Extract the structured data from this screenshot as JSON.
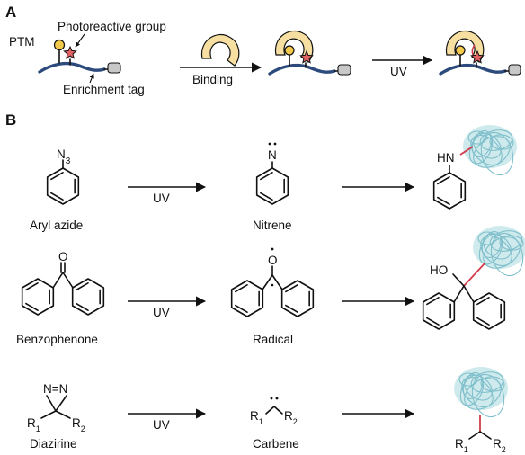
{
  "panel_a": {
    "panel_label": "A",
    "labels": {
      "ptm": "PTM",
      "photoreactive_group": "Photoreactive group",
      "enrichment_tag": "Enrichment tag",
      "binding": "Binding",
      "uv": "UV"
    }
  },
  "panel_b": {
    "panel_label": "B",
    "rows": [
      {
        "reagent": "Aryl azide",
        "reagent_group": "N",
        "reagent_group_sub": "3",
        "uv": "UV",
        "intermediate": "Nitrene",
        "intermediate_atom": "N",
        "product_group": "HN"
      },
      {
        "reagent": "Benzophenone",
        "reagent_atom": "O",
        "uv": "UV",
        "intermediate": "Radical",
        "intermediate_atom": "O",
        "product_group": "HO"
      },
      {
        "reagent": "Diazirine",
        "reagent_group": "N=N",
        "r1": "R",
        "r1_sub": "1",
        "r2": "R",
        "r2_sub": "2",
        "uv": "UV",
        "intermediate": "Carbene"
      }
    ]
  },
  "colors": {
    "strand": "#2d4a7c",
    "ptm_circle": "#f2c94c",
    "star": "#e06262",
    "protein": "#f6dfa0",
    "tag": "#c8c8c8",
    "cloud": "#a7d8df",
    "crosslink": "#d23c4a"
  }
}
